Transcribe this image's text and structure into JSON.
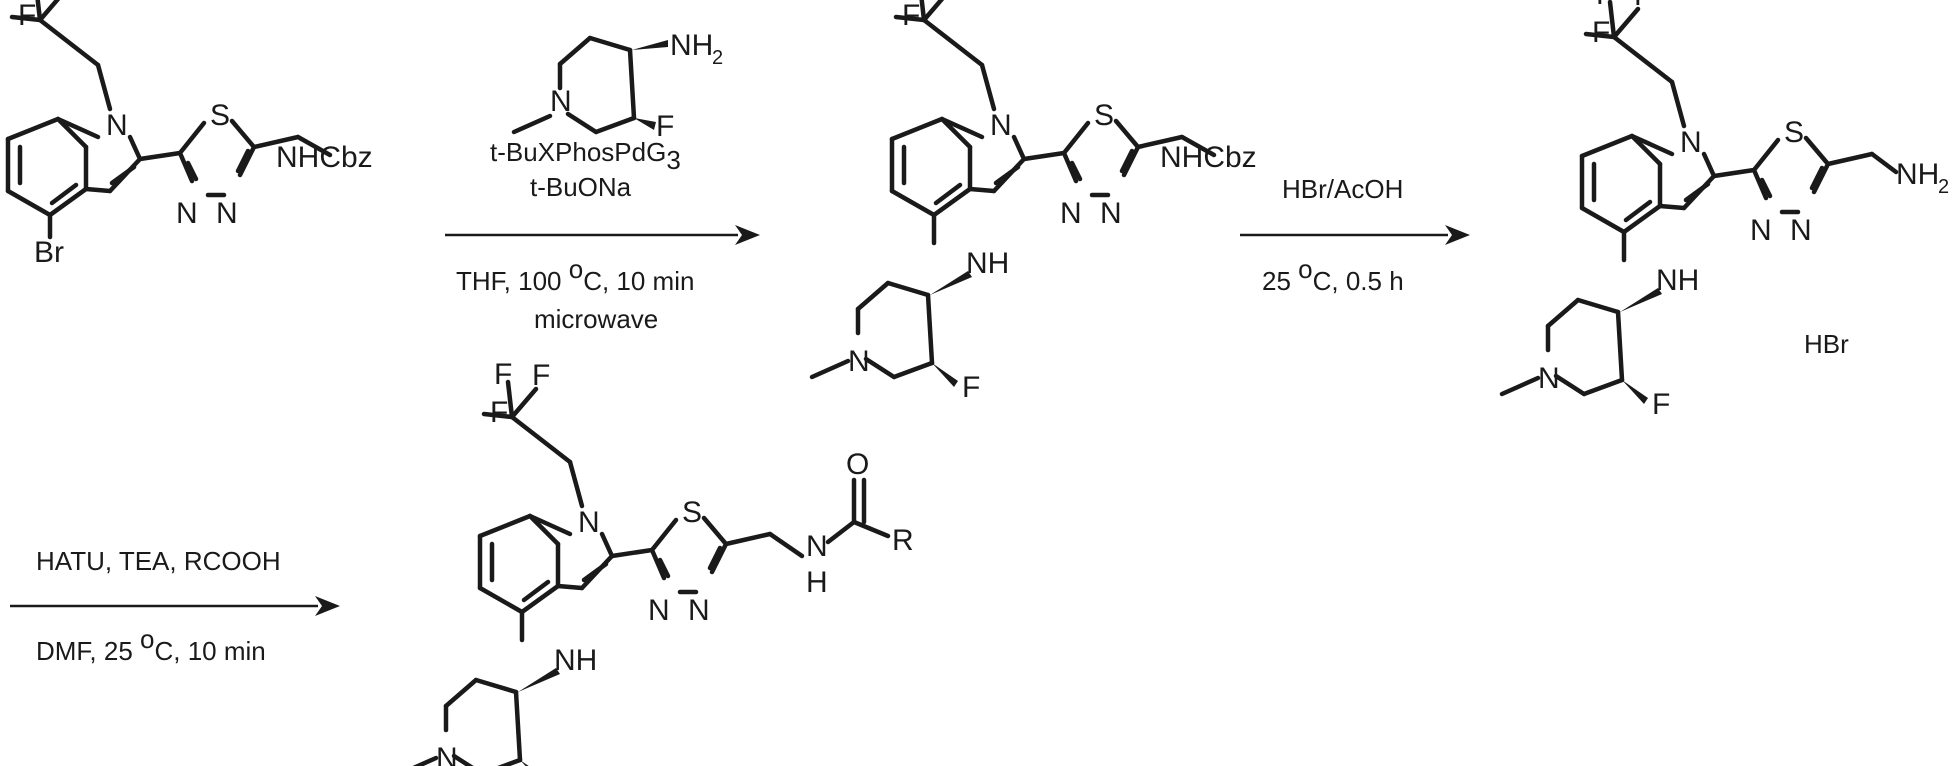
{
  "atoms": {
    "F": "F",
    "N": "N",
    "S": "S",
    "O": "O",
    "Br": "Br",
    "R": "R",
    "H": "H",
    "NH": "NH",
    "NHCbz": "NHCbz",
    "NH_sub": "2"
  },
  "reagents": {
    "step1": {
      "catalyst": "t-BuXPhosPdG",
      "catalyst_sub": "3",
      "base": "t-BuONa",
      "cond1_pre": "THF, 100 ",
      "cond_sup": "o",
      "cond1_post": "C, 10 min",
      "cond1_line2": "microwave"
    },
    "step2": {
      "reagent": "HBr/AcOH",
      "cond_pre": "25 ",
      "cond_sup": "o",
      "cond_post": "C, 0.5 h",
      "salt": "HBr"
    },
    "step3": {
      "reagent": "HATU, TEA, RCOOH",
      "cond_pre": "DMF, 25 ",
      "cond_sup": "o",
      "cond_post": "C, 10 min"
    }
  },
  "structures": [
    "starting-material",
    "amine-reagent",
    "intermediate-cbz",
    "intermediate-amine-hbr",
    "final-amide"
  ]
}
